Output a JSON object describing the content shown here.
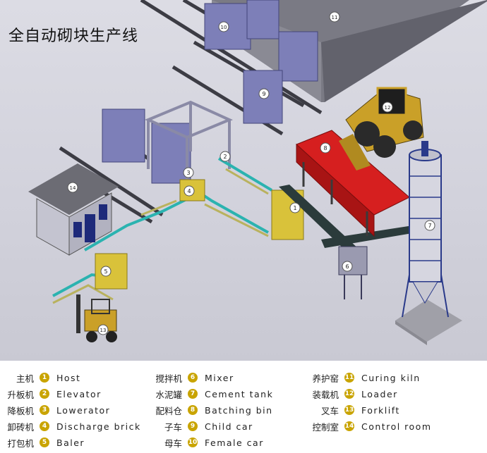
{
  "title": "全自动砌块生产线",
  "colors": {
    "legend_badge": "#c9a400",
    "kiln": "#6e6e78",
    "batching_bin": "#d61f1f",
    "frame_steel": "#8a8aa6",
    "conveyor_cyan": "#2bb3b0",
    "machine_yellow": "#d9c23a",
    "loader_yellow": "#caa028"
  },
  "callouts": [
    {
      "n": "1"
    },
    {
      "n": "2"
    },
    {
      "n": "3"
    },
    {
      "n": "4"
    },
    {
      "n": "5"
    },
    {
      "n": "6"
    },
    {
      "n": "7"
    },
    {
      "n": "8"
    },
    {
      "n": "9"
    },
    {
      "n": "10"
    },
    {
      "n": "11"
    },
    {
      "n": "12"
    },
    {
      "n": "13"
    },
    {
      "n": "14"
    }
  ],
  "legend": [
    {
      "n": "1",
      "cn": "主机",
      "en": "Host"
    },
    {
      "n": "2",
      "cn": "升板机",
      "en": "Elevator"
    },
    {
      "n": "3",
      "cn": "降板机",
      "en": "Lowerator"
    },
    {
      "n": "4",
      "cn": "卸砖机",
      "en": "Discharge brick"
    },
    {
      "n": "5",
      "cn": "打包机",
      "en": "Baler"
    },
    {
      "n": "6",
      "cn": "搅拌机",
      "en": "Mixer"
    },
    {
      "n": "7",
      "cn": "水泥罐",
      "en": "Cement tank"
    },
    {
      "n": "8",
      "cn": "配料仓",
      "en": "Batching bin"
    },
    {
      "n": "9",
      "cn": "子车",
      "en": "Child car"
    },
    {
      "n": "10",
      "cn": "母车",
      "en": "Female car"
    },
    {
      "n": "11",
      "cn": "养护窑",
      "en": "Curing kiln"
    },
    {
      "n": "12",
      "cn": "装载机",
      "en": "Loader"
    },
    {
      "n": "13",
      "cn": "叉车",
      "en": "Forklift"
    },
    {
      "n": "14",
      "cn": "控制室",
      "en": "Control room"
    }
  ]
}
